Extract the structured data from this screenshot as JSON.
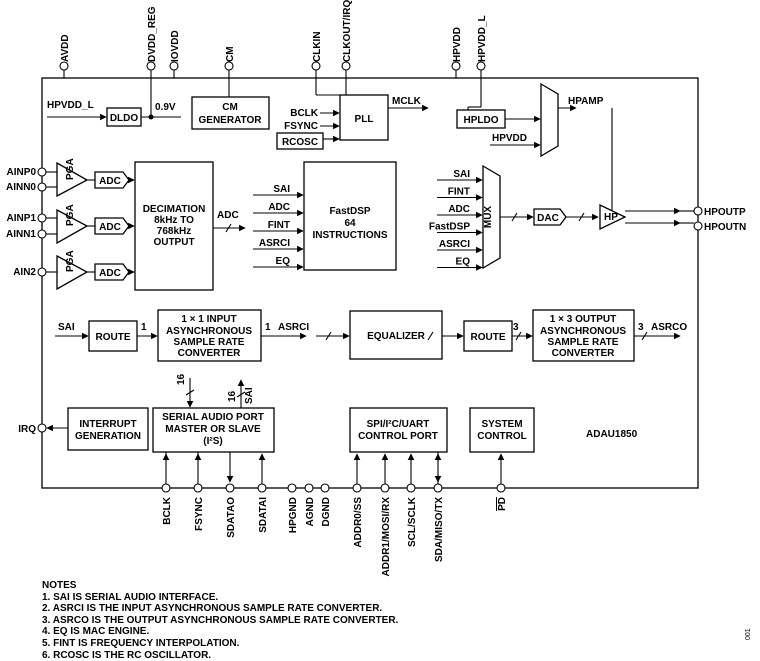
{
  "chip_name": "ADAU1850",
  "top_pins": {
    "avdd": "AVDD",
    "dvdd_reg": "DVDD_REG",
    "iovdd": "IOVDD",
    "cm": "CM",
    "clkin": "CLKIN",
    "clkout_irq": "CLKOUT/IRQ",
    "hpvdd": "HPVDD",
    "hpvdd_l": "HPVDD_L"
  },
  "left_pins": {
    "ainp0": "AINP0",
    "ainn0": "AINN0",
    "ainp1": "AINP1",
    "ainn1": "AINN1",
    "ain2": "AIN2",
    "irq": "IRQ"
  },
  "right_pins": {
    "hpoutp": "HPOUTP",
    "hpoutn": "HPOUTN"
  },
  "bottom_pins": {
    "bclk": "BCLK",
    "fsync": "FSYNC",
    "sdatao": "SDATAO",
    "sdatai": "SDATAI",
    "hpgnd": "HPGND",
    "agnd": "AGND",
    "dgnd": "DGND",
    "addr0": "ADDR0/SS",
    "addr1": "ADDR1/MOSI/RX",
    "scl": "SCL/SCLK",
    "sda": "SDA/MISO/TX",
    "pd": "PD"
  },
  "power": {
    "hpvdd_l_in": "HPVDD_L",
    "dldo": "DLDO",
    "v09": "0.9V",
    "cm_gen_1": "CM",
    "cm_gen_2": "GENERATOR"
  },
  "pll": {
    "label": "PLL",
    "bclk": "BCLK",
    "fsync": "FSYNC",
    "rcosc": "RCOSC",
    "mclk": "MCLK"
  },
  "hp_power": {
    "hpldo": "HPLDO",
    "hpvdd": "HPVDD",
    "hpamp": "HPAMP"
  },
  "adc_path": {
    "pga": "PGA",
    "adc": "ADC",
    "decim_1": "DECIMATION",
    "decim_2": "8kHz TO",
    "decim_3": "768kHz",
    "decim_4": "OUTPUT",
    "adc_out": "ADC"
  },
  "fastdsp": {
    "line1": "FastDSP",
    "line2": "64",
    "line3": "INSTRUCTIONS",
    "inputs": [
      "SAI",
      "ADC",
      "FINT",
      "ASRCI",
      "EQ"
    ]
  },
  "mux": {
    "label": "MUX",
    "inputs": [
      "SAI",
      "FINT",
      "ADC",
      "FastDSP",
      "ASRCI",
      "EQ"
    ],
    "dac": "DAC",
    "hp": "HP"
  },
  "asrc_row": {
    "sai_in": "SAI",
    "route1": "ROUTE",
    "one_a": "1",
    "asrci_1": "1 × 1 INPUT",
    "asrci_2": "ASYNCHRONOUS",
    "asrci_3": "SAMPLE RATE",
    "asrci_4": "CONVERTER",
    "one_b": "1",
    "asrci_out": "ASRCI",
    "equalizer": "EQUALIZER",
    "route2": "ROUTE",
    "three_a": "3",
    "asrco_1": "1 × 3 OUTPUT",
    "asrco_2": "ASYNCHRONOUS",
    "asrco_3": "SAMPLE RATE",
    "asrco_4": "CONVERTER",
    "three_b": "3",
    "asrco_out": "ASRCO"
  },
  "bottom_blocks": {
    "bus16_a": "16",
    "bus16_b": "16",
    "sai_up": "SAI",
    "int_1": "INTERRUPT",
    "int_2": "GENERATION",
    "sap_1": "SERIAL AUDIO PORT",
    "sap_2": "MASTER OR SLAVE",
    "sap_3": "(I²S)",
    "spi_1": "SPI/I²C/UART",
    "spi_2": "CONTROL PORT",
    "sys_1": "SYSTEM",
    "sys_2": "CONTROL"
  },
  "notes": {
    "title": "NOTES",
    "items": [
      "1. SAI IS SERIAL AUDIO INTERFACE.",
      "2. ASRCI IS THE INPUT ASYNCHRONOUS SAMPLE RATE CONVERTER.",
      "3. ASRCO IS THE OUTPUT ASYNCHRONOUS SAMPLE RATE CONVERTER.",
      "4. EQ IS MAC ENGINE.",
      "5. FINT IS FREQUENCY INTERPOLATION.",
      "6. RCOSC IS THE RC OSCILLATOR."
    ]
  },
  "figure_number": "001"
}
